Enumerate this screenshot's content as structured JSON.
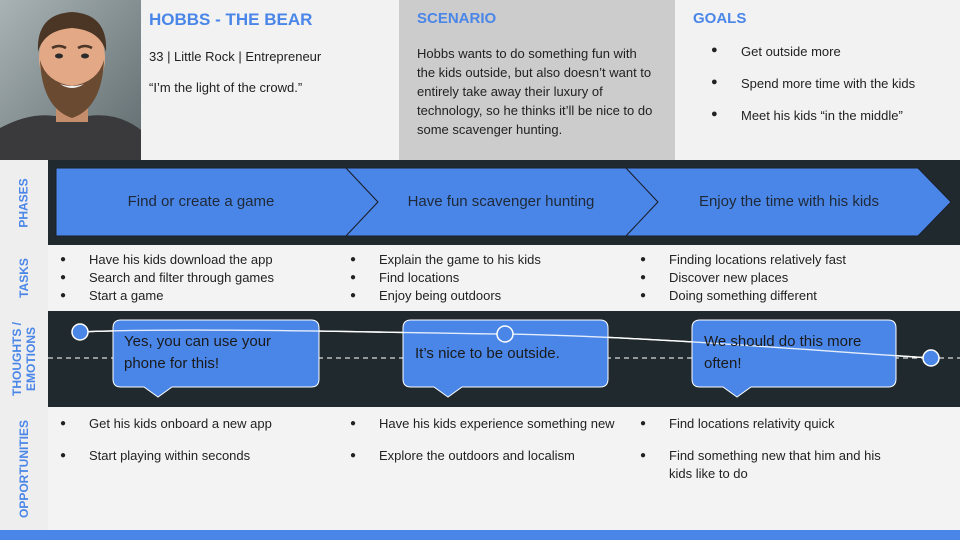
{
  "persona": {
    "name": "HOBBS - THE BEAR",
    "details": "33 | Little Rock | Entrepreneur",
    "quote": "“I’m the light of the crowd.”"
  },
  "scenario": {
    "title": "SCENARIO",
    "text": "Hobbs wants to do something fun with the kids outside, but also doesn’t want to entirely take away their luxury of technology, so he thinks it’ll be nice to do some scavenger hunting."
  },
  "goals": {
    "title": "GOALS",
    "items": [
      "Get outside more",
      "Spend more time with the kids",
      "Meet his kids “in the middle”"
    ]
  },
  "row_labels": {
    "phases": "PHASES",
    "tasks": "TASKS",
    "thoughts": "THOUGHTS /",
    "emotions": "EMOTIONS",
    "opportunities": "OPPORTUNITIES"
  },
  "phases": [
    "Find or create a game",
    "Have fun scavenger hunting",
    "Enjoy the time with his kids"
  ],
  "tasks": [
    [
      "Have his kids download the app",
      "Search and filter through games",
      "Start a game"
    ],
    [
      "Explain the game to his kids",
      "Find locations",
      "Enjoy being outdoors"
    ],
    [
      "Finding locations relatively fast",
      "Discover new places",
      "Doing something different"
    ]
  ],
  "thoughts": [
    "Yes, you can use your phone for this!",
    "It’s nice to be outside.",
    "We should do this more often!"
  ],
  "opportunities": [
    [
      "Get his kids onboard a new app",
      "Start playing within seconds"
    ],
    [
      "Have his kids experience something new",
      "Explore the outdoors and localism"
    ],
    [
      "Find locations relativity quick",
      "Find something new that him and his kids like to do"
    ]
  ],
  "colors": {
    "accent": "#4a86e8",
    "dark_band": "#202a2e",
    "light_panel": "#f2f2f2",
    "scenario_panel": "#cccccc"
  },
  "bullet_glyph": "●",
  "goal_bullet_glyph": "●"
}
